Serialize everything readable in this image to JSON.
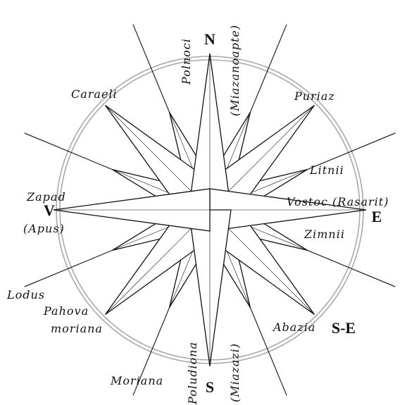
{
  "directions": {
    "north": "N",
    "south": "S",
    "east": "E",
    "west": "V",
    "southeast": "S-E"
  },
  "winds": {
    "polnoci": "Polnoci",
    "miazanoapte": "(Miazanoapte)",
    "caraeli": "Caraeli",
    "puriaz": "Puriaz",
    "litnii": "Litnii",
    "vostoc": "Vostoc (Rasarit)",
    "zapad": "Zapad",
    "apus": "(Apus)",
    "zimnii": "Zimnii",
    "lodus": "Lodus",
    "pahova": "Pahova",
    "moriana_sw": "moriana",
    "abazia": "Abazia",
    "moriana": "Moriana",
    "poludiona": "Poludiona",
    "miazazi": "(Miazazi)"
  },
  "colors": {
    "ink": "#111111",
    "ring": "#a9a9a9",
    "fill": "#ffffff"
  }
}
